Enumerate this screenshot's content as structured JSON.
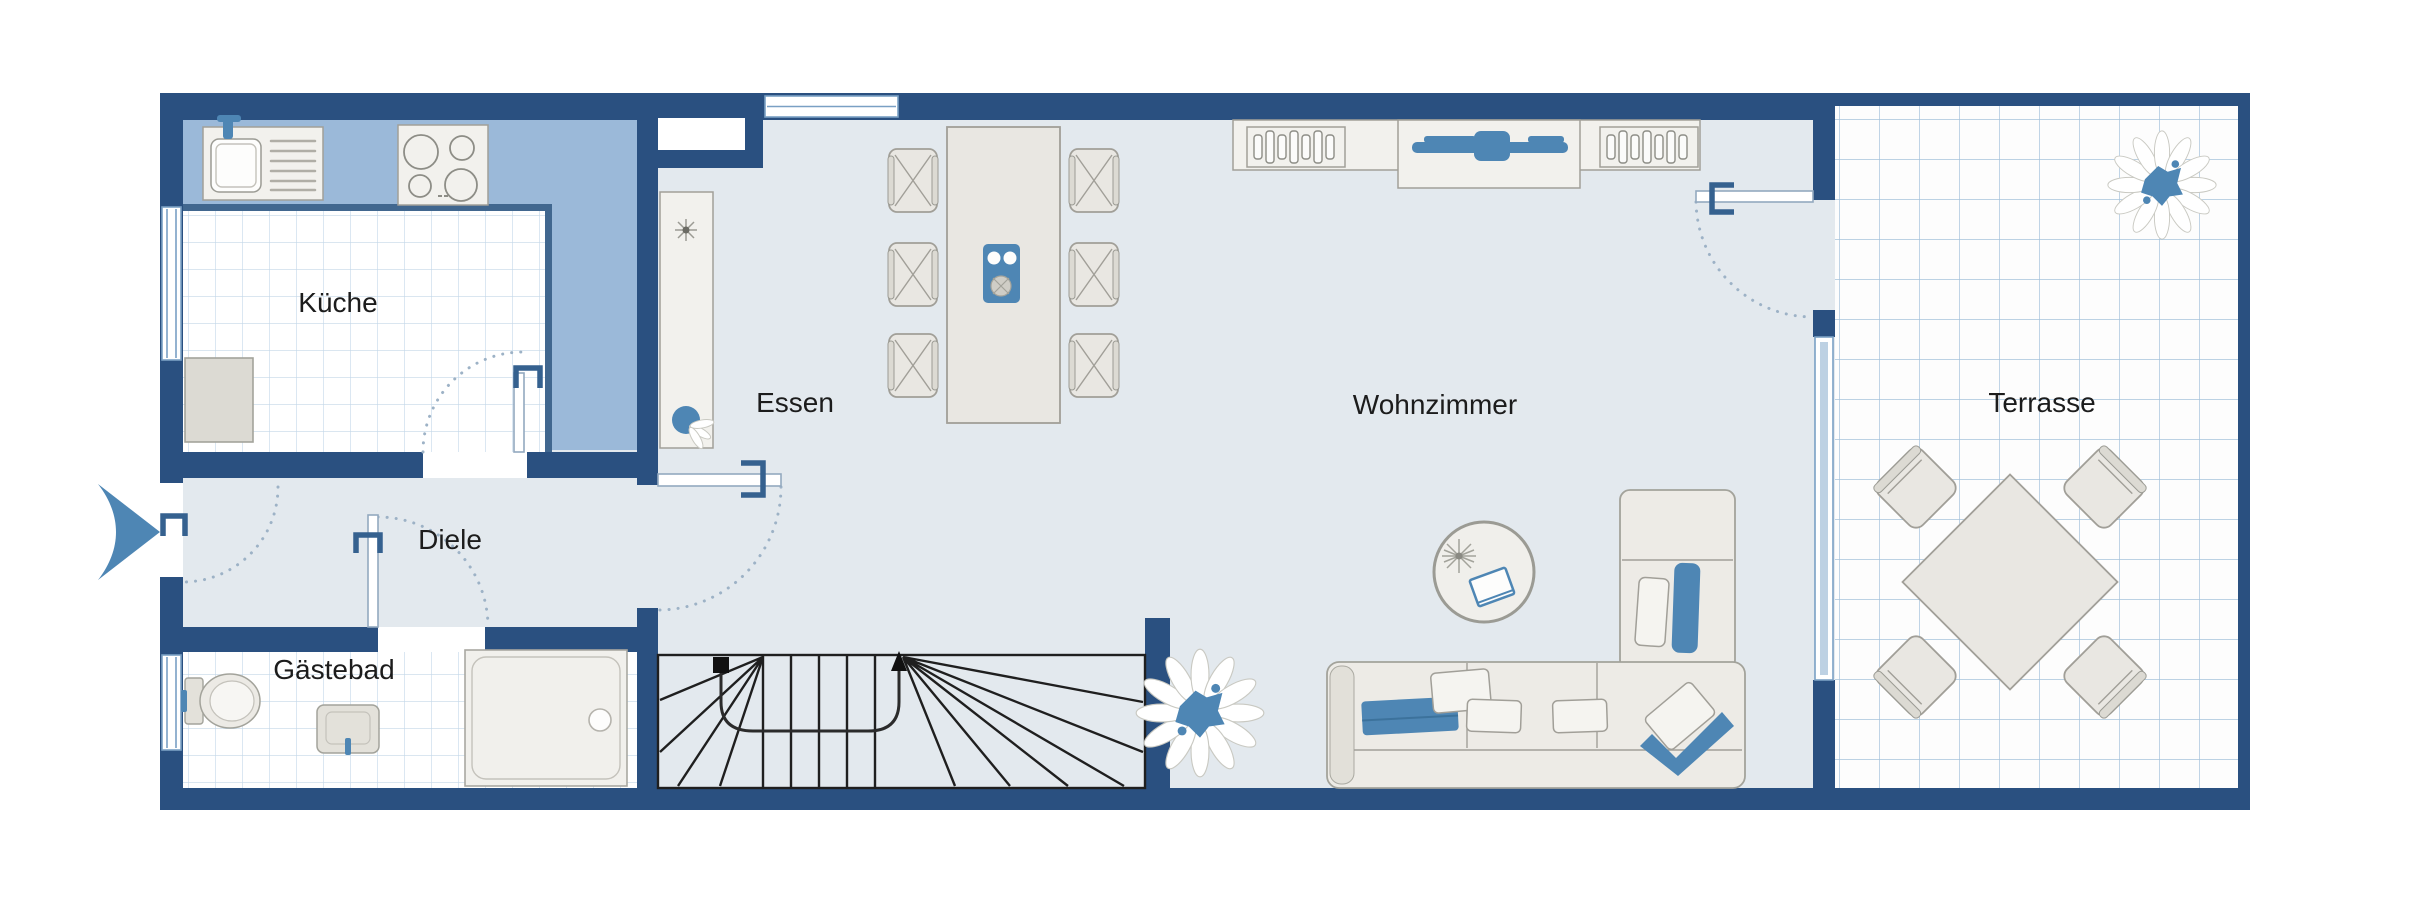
{
  "rooms": {
    "kueche": "Küche",
    "essen": "Essen",
    "wohnzimmer": "Wohnzimmer",
    "terrasse": "Terrasse",
    "diele": "Diele",
    "gaestebad": "Gästebad"
  },
  "icons": {
    "entry-arrow": "right-pointing-triangle",
    "stairs-start-marker": "black-square",
    "stairs-up-arrow": "arrow-up",
    "door-swing": "dotted-quarter-arc",
    "door-hinge-bracket": "u-bracket",
    "plant": "flower-top-view",
    "shower-drain": "small-circle"
  },
  "theme": {
    "wall": "#2a5080",
    "floor": "#e3e9ee",
    "counter": "#9bb9d9",
    "accent": "#4e86b4",
    "furniture": "#e9e7e2",
    "furniture-border": "#a19f98",
    "tile-line": "#c3d7e8",
    "terrace-line": "#a6c3dc",
    "window-line": "#7aa0c4",
    "door-arc": "#9db2c6",
    "bracket": "#35618f",
    "thin-wall": "#41678f",
    "stair-line": "#1f1f1f",
    "label": "#1c1c1c"
  }
}
